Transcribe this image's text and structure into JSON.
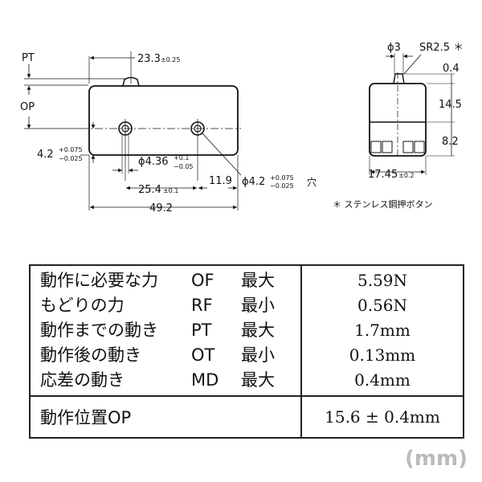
{
  "drawing": {
    "front": {
      "pt_label": "PT",
      "op_label": "OP",
      "dim_23_3": "23.3",
      "tol_23_3": "±0.25",
      "dim_4_2_v": "4.2",
      "tol_4_2_v_plus": "+0.075",
      "tol_4_2_v_minus": "−0.025",
      "dim_4_36": "ϕ4.36",
      "tol_4_36_plus": "+0.1",
      "tol_4_36_minus": "−0.05",
      "dim_25_4": "25.4",
      "tol_25_4": "±0.1",
      "dim_11_9": "11.9",
      "dim_49_2": "49.2",
      "hole_label": "ϕ4.2",
      "hole_tol_plus": "+0.075",
      "hole_tol_minus": "−0.025",
      "hole_suffix": "穴"
    },
    "side": {
      "phi3": "ϕ3",
      "sr": "SR2.5 ＊",
      "dim_0_4": "0.4",
      "dim_14_5": "14.5",
      "dim_8_2": "8.2",
      "dim_17_45": "17.45",
      "tol_17_45": "±0.2"
    },
    "note": "＊ ステンレス鋼押ボタン"
  },
  "table": {
    "rows": [
      {
        "name": "動作に必要な力",
        "code": "OF",
        "limit": "最大",
        "value": "5.59N"
      },
      {
        "name": "もどりの力",
        "code": "RF",
        "limit": "最小",
        "value": "0.56N"
      },
      {
        "name": "動作までの動き",
        "code": "PT",
        "limit": "最大",
        "value": "1.7mm"
      },
      {
        "name": "動作後の動き",
        "code": "OT",
        "limit": "最小",
        "value": "0.13mm"
      },
      {
        "name": "応差の動き",
        "code": "MD",
        "limit": "最大",
        "value": "0.4mm"
      }
    ],
    "op_row": {
      "name": "動作位置OP",
      "value": "15.6 ± 0.4mm"
    }
  },
  "unit": "(mm)"
}
